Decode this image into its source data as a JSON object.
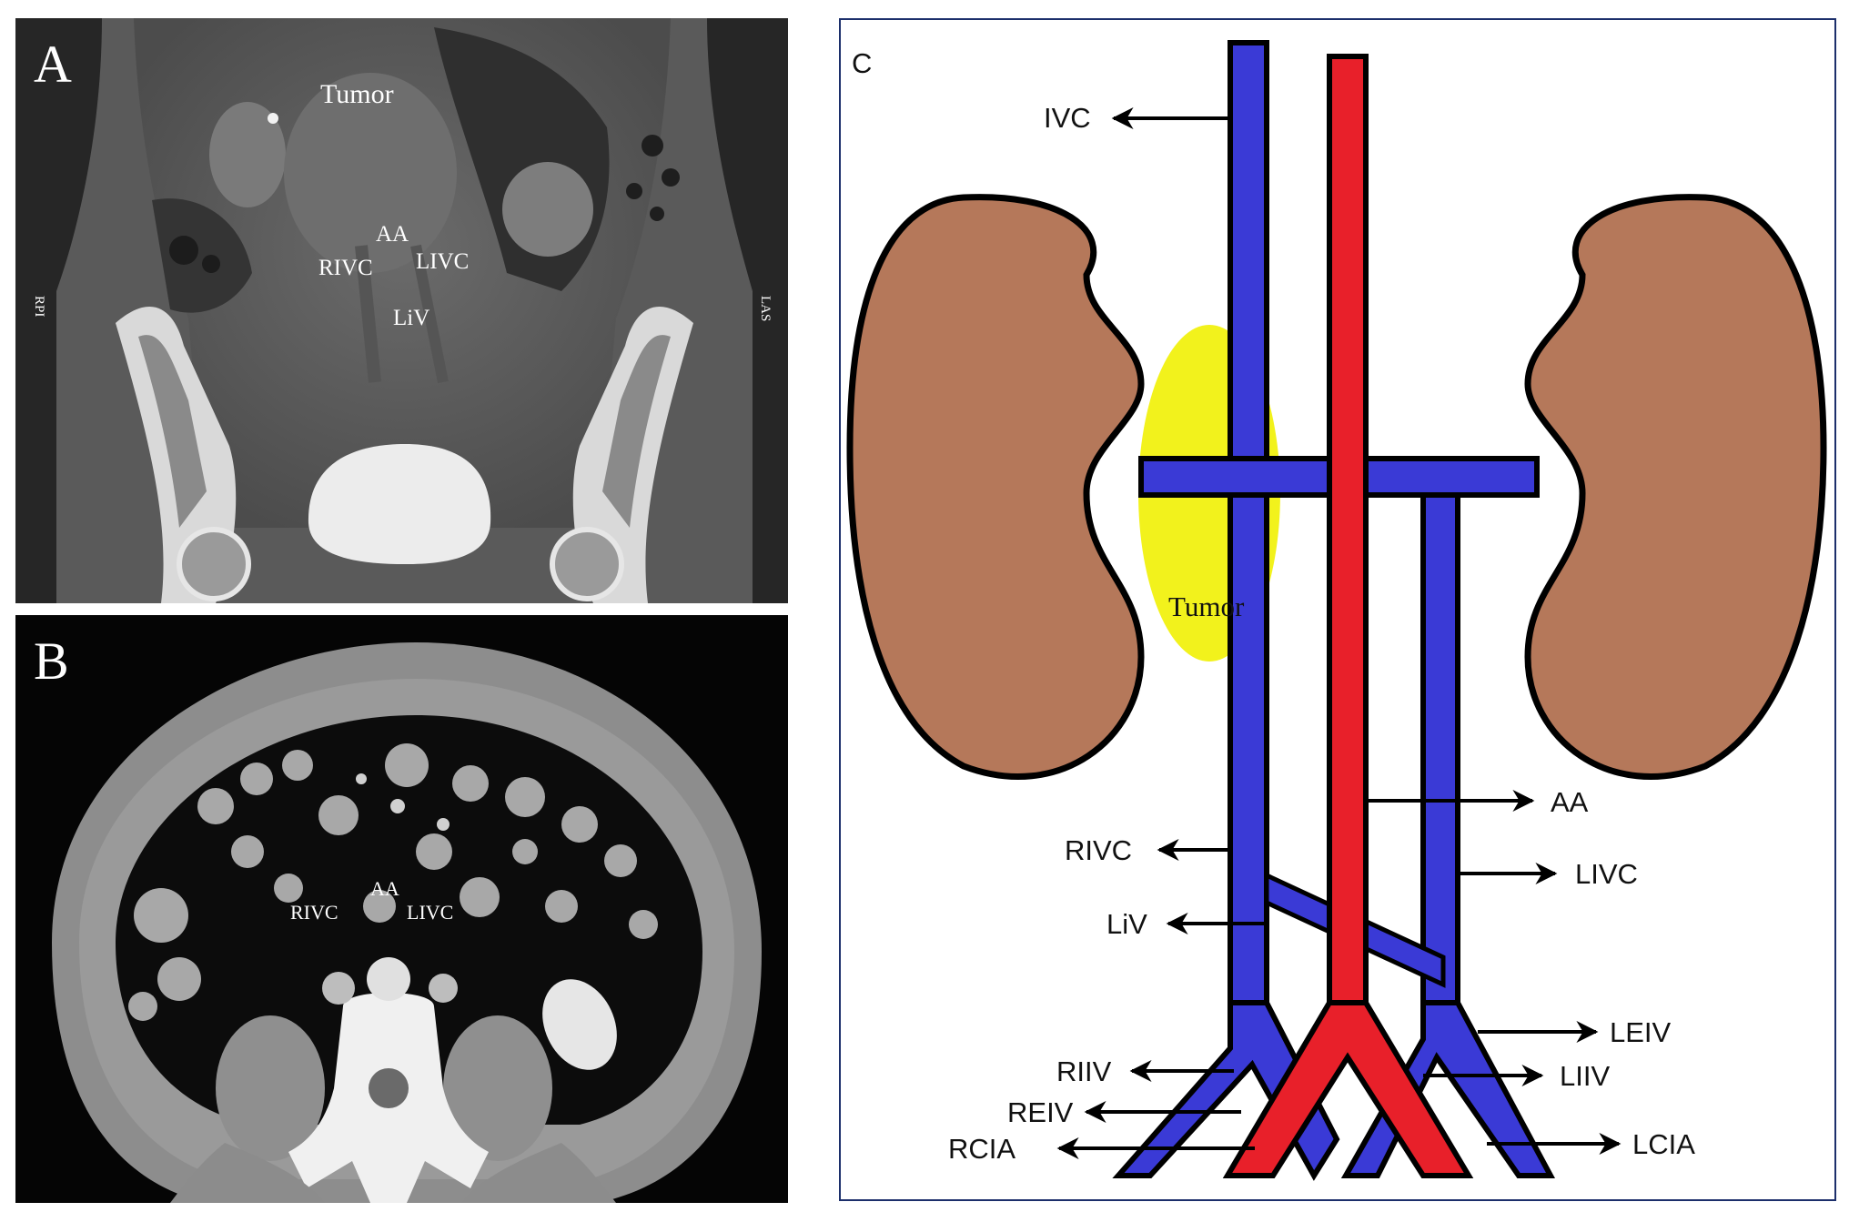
{
  "panels": {
    "a": {
      "letter": "A",
      "labels": {
        "tumor": "Tumor",
        "aa": "AA",
        "rivc": "RIVC",
        "livc": "LIVC",
        "liv": "LiV"
      },
      "side_markers": {
        "left": "RPI",
        "right": "LAS"
      }
    },
    "b": {
      "letter": "B",
      "labels": {
        "aa": "AA",
        "rivc": "RIVC",
        "livc": "LIVC"
      }
    },
    "c": {
      "letter": "C",
      "labels": {
        "ivc": "IVC",
        "tumor": "Tumor",
        "aa": "AA",
        "rivc": "RIVC",
        "livc": "LIVC",
        "liv": "LiV",
        "leiv": "LEIV",
        "riiv": "RIIV",
        "liiv": "LIIV",
        "reiv": "REIV",
        "rcia": "RCIA",
        "lcia": "LCIA"
      },
      "colors": {
        "vein": "#3a3ad6",
        "artery": "#e8202a",
        "kidney": "#b5785a",
        "tumor": "#f2f21c",
        "outline": "#000000",
        "frame": "#1c2f6b"
      }
    }
  }
}
